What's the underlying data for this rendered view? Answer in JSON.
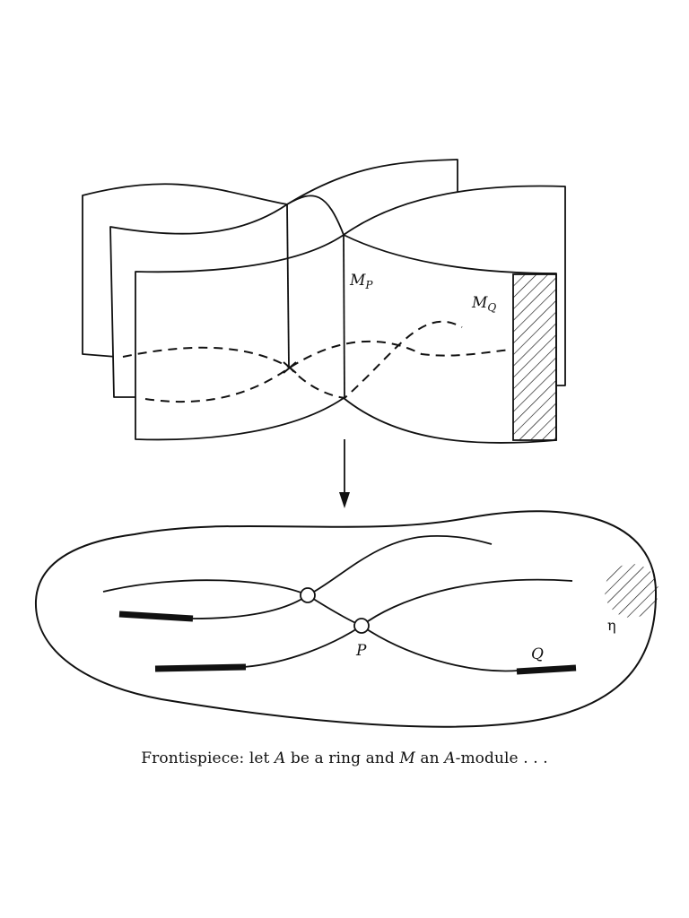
{
  "labels": {
    "m_p": "M",
    "m_p_sub": "P",
    "m_q": "M",
    "m_q_sub": "Q",
    "point_p": "P",
    "point_q": "Q",
    "eta": "η"
  },
  "caption": {
    "prefix": "Frontispiece: let",
    "a1": "A",
    "mid1": "be a ring and",
    "m": "M",
    "mid2": "an",
    "a2": "A",
    "suffix": "-module . . ."
  },
  "colors": {
    "ink": "#111111",
    "paper": "#ffffff"
  }
}
